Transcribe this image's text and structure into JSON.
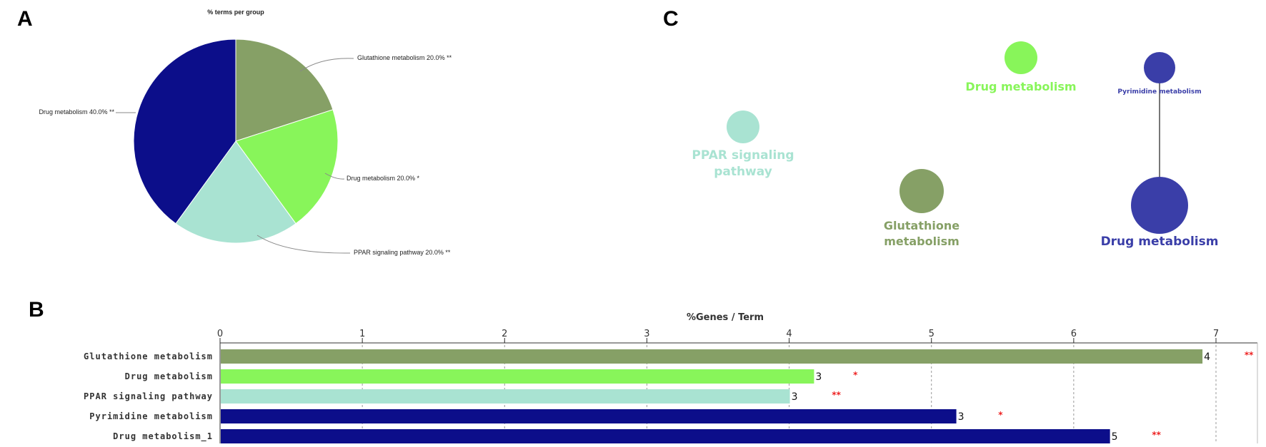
{
  "panels": {
    "a": "A",
    "b": "B",
    "c": "C"
  },
  "chart_data": [
    {
      "type": "pie",
      "title": "% terms per group",
      "slices": [
        {
          "label": "Glutathione metabolism 20.0% **",
          "value": 20.0,
          "color": "#86a066"
        },
        {
          "label": "Drug metabolism 20.0% *",
          "value": 20.0,
          "color": "#88f55a"
        },
        {
          "label": "PPAR signaling pathway 20.0% **",
          "value": 20.0,
          "color": "#a9e3d2"
        },
        {
          "label": "Drug metabolism 40.0% **",
          "value": 40.0,
          "color": "#0c0e8a"
        }
      ]
    },
    {
      "type": "bar",
      "orientation": "horizontal",
      "xlabel": "%Genes / Term",
      "xlim": [
        0,
        7.2
      ],
      "xticks": [
        "0",
        "1",
        "2",
        "3",
        "4",
        "5",
        "6",
        "7"
      ],
      "grid": true,
      "categories": [
        "Glutathione metabolism",
        "Drug metabolism",
        "PPAR signaling pathway",
        "Pyrimidine metabolism",
        "Drug metabolism_1"
      ],
      "values": [
        6.9,
        4.17,
        4.0,
        5.17,
        6.25
      ],
      "counts": [
        "4",
        "3",
        "3",
        "3",
        "5"
      ],
      "significance": [
        "**",
        "*",
        "**",
        "*",
        "**"
      ],
      "sig_positions": [
        7.2,
        4.45,
        4.3,
        5.47,
        6.55
      ],
      "colors": [
        "#86a066",
        "#88f55a",
        "#a9e3d2",
        "#0c0e8a",
        "#0c0e8a"
      ]
    }
  ],
  "network": {
    "nodes": [
      {
        "label": "Drug metabolism",
        "color": "#88f55a",
        "size": "medium"
      },
      {
        "label": "Pyrimidine metabolism",
        "color": "#3a3ea8",
        "size": "small"
      },
      {
        "label": "PPAR signaling pathway",
        "color": "#a9e3d2",
        "size": "medium"
      },
      {
        "label": "Glutathione metabolism",
        "color": "#86a066",
        "size": "large"
      },
      {
        "label": "Drug metabolism",
        "color": "#3a3ea8",
        "size": "xlarge"
      }
    ]
  }
}
